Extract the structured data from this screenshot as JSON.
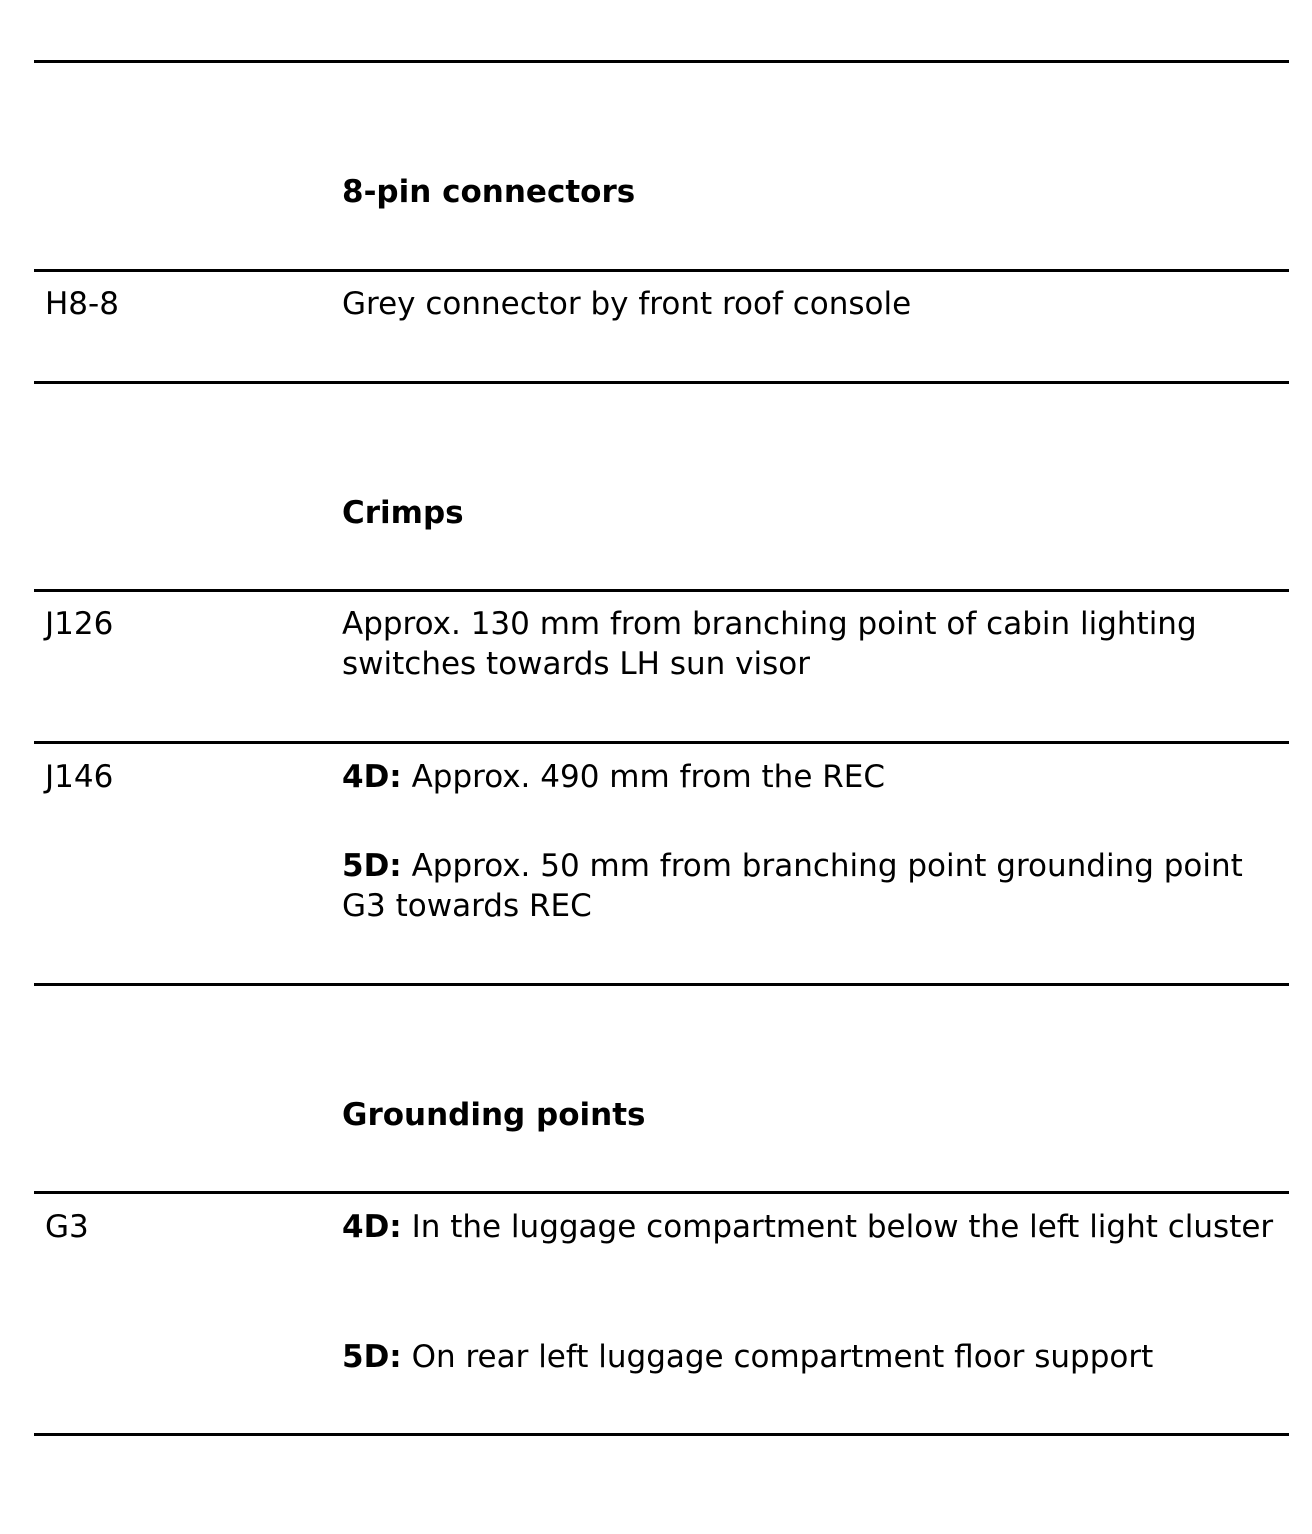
{
  "sections": [
    {
      "heading": "8-pin connectors",
      "rows": [
        {
          "code": "H8-8",
          "entries": [
            {
              "label": "",
              "text": "Grey connector by front roof console"
            }
          ]
        }
      ]
    },
    {
      "heading": "Crimps",
      "rows": [
        {
          "code": "J126",
          "entries": [
            {
              "label": "",
              "text": "Approx. 130 mm from branching point of cabin lighting switches towards LH sun visor"
            }
          ]
        },
        {
          "code": "J146",
          "entries": [
            {
              "label": "4D:",
              "text": "Approx. 490 mm from the REC"
            },
            {
              "label": "5D:",
              "text": "Approx. 50 mm from branching point grounding point G3 towards REC"
            }
          ]
        }
      ]
    },
    {
      "heading": "Grounding points",
      "rows": [
        {
          "code": "G3",
          "entries": [
            {
              "label": "4D:",
              "text": "In the luggage compartment below the left light cluster"
            },
            {
              "label": "5D:",
              "text": "On rear left luggage compartment floor support"
            }
          ]
        }
      ]
    }
  ]
}
